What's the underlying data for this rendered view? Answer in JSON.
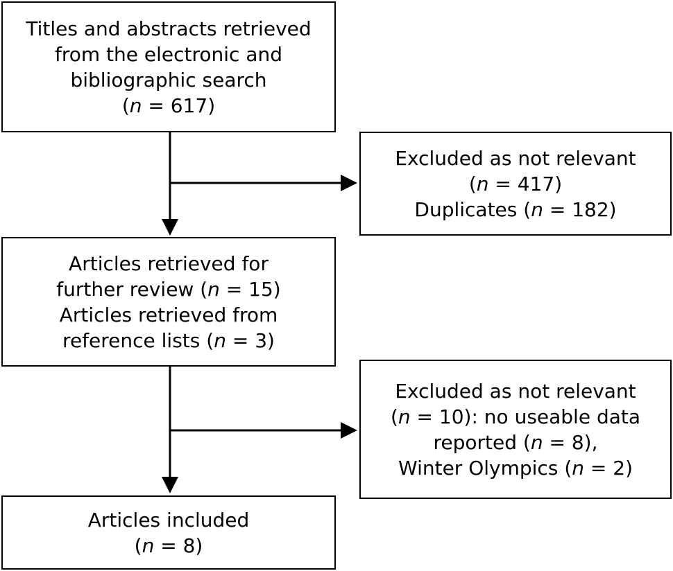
{
  "flowchart": {
    "search": {
      "lines": [
        "Titles and abstracts retrieved",
        "from the electronic and",
        "bibliographic search"
      ],
      "count": "(n = 617)"
    },
    "excluded_first": {
      "line1": "Excluded as not relevant",
      "line2": "(n = 417)",
      "line3": "Duplicates (n = 182)"
    },
    "review": {
      "line1": "Articles retrieved for",
      "line2": "further review (n = 15)",
      "line3": "Articles retrieved from",
      "line4": "reference lists (n = 3)"
    },
    "excluded_second": {
      "line1": "Excluded as not relevant",
      "line2": "(n = 10): no useable data",
      "line3": "reported (n = 8),",
      "line4": "Winter Olympics (n = 2)"
    },
    "included": {
      "line1": "Articles included",
      "line2": "(n = 8)"
    }
  }
}
